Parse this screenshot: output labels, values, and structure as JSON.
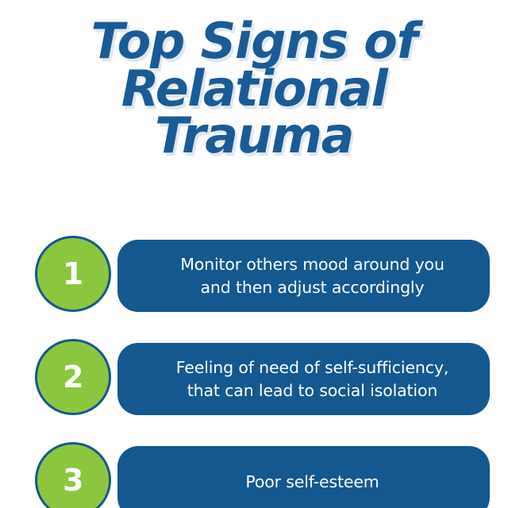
{
  "colors": {
    "background": "#ffffff",
    "title_blue": "#1b5b95",
    "title_shadow": "#dfe7ef",
    "pill_blue": "#14588f",
    "badge_green": "#8cc63f",
    "badge_outline": "#14588f",
    "text_white": "#ffffff"
  },
  "title": {
    "full": "Top Signs of Relational Trauma",
    "lines": [
      "Top Signs of",
      "Relational",
      "Trauma"
    ]
  },
  "items": [
    {
      "number": "1",
      "text": "Monitor others mood around you and then adjust accordingly",
      "lines": [
        "Monitor others mood around you",
        "and then adjust accordingly"
      ]
    },
    {
      "number": "2",
      "text": "Feeling of need of self-sufficiency, that can lead to social isolation",
      "lines": [
        "Feeling of need of self-sufficiency,",
        "that can lead to social isolation"
      ]
    },
    {
      "number": "3",
      "text": "Poor self-esteem",
      "lines": [
        "Poor self-esteem"
      ]
    }
  ]
}
